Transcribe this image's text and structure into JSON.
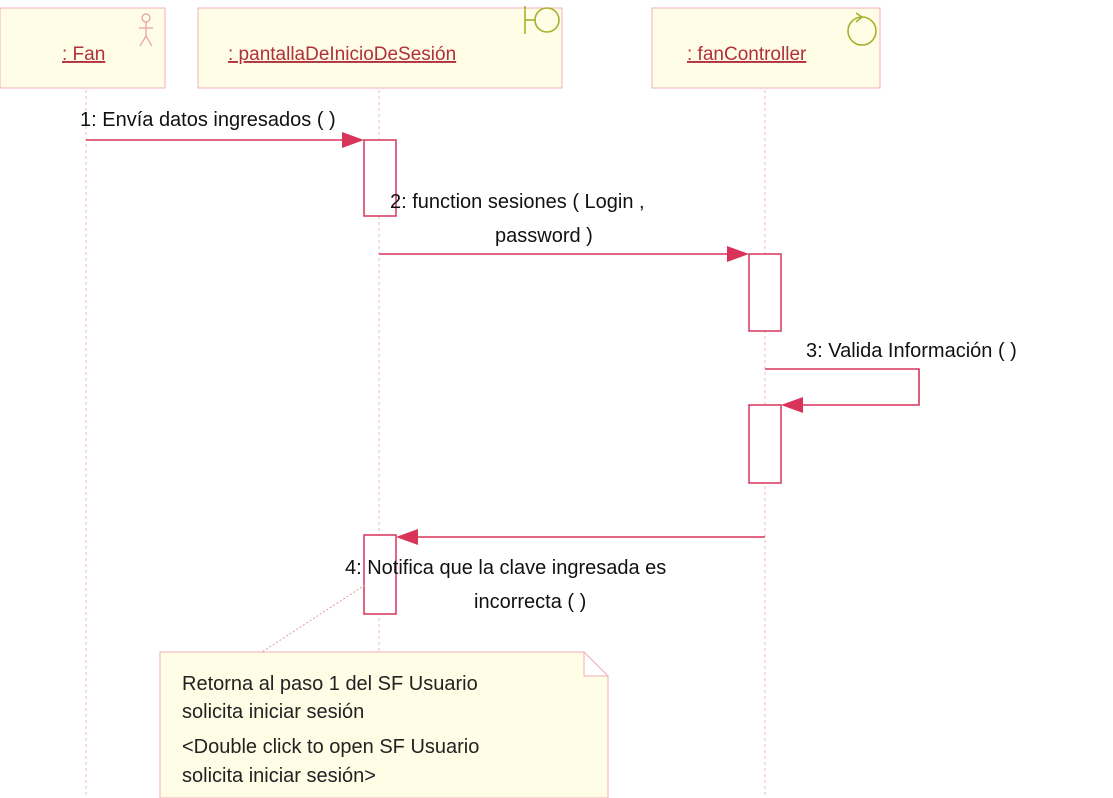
{
  "objects": [
    {
      "id": "fan",
      "label": ": Fan",
      "stereotype": "actor-icon"
    },
    {
      "id": "pantalla",
      "label": ": pantallaDeInicioDeSesión",
      "stereotype": "boundary-icon"
    },
    {
      "id": "controller",
      "label": ": fanController",
      "stereotype": "control-icon"
    }
  ],
  "messages": [
    {
      "num": "1",
      "text": ": Envía datos ingresados ( )",
      "from": "fan",
      "to": "pantalla"
    },
    {
      "num": "2",
      "text": ": function sesiones ( Login ,",
      "text2": "password )",
      "from": "pantalla",
      "to": "controller"
    },
    {
      "num": "3",
      "text": ": Valida Información ( )",
      "from": "controller",
      "to": "controller"
    },
    {
      "num": "4",
      "text": ": Notifica que la clave ingresada es",
      "text2": "incorrecta ( )",
      "from": "controller",
      "to": "pantalla"
    }
  ],
  "note": {
    "lines": [
      "Retorna al paso 1 del SF Usuario",
      "solicita iniciar sesión",
      "<Double click to open SF Usuario",
      "solicita iniciar sesión>"
    ]
  },
  "colors": {
    "message": "#d8345a",
    "object_fill": "#fffde6",
    "object_border": "#f0b0b8",
    "stereotype": "#a6b12a"
  }
}
